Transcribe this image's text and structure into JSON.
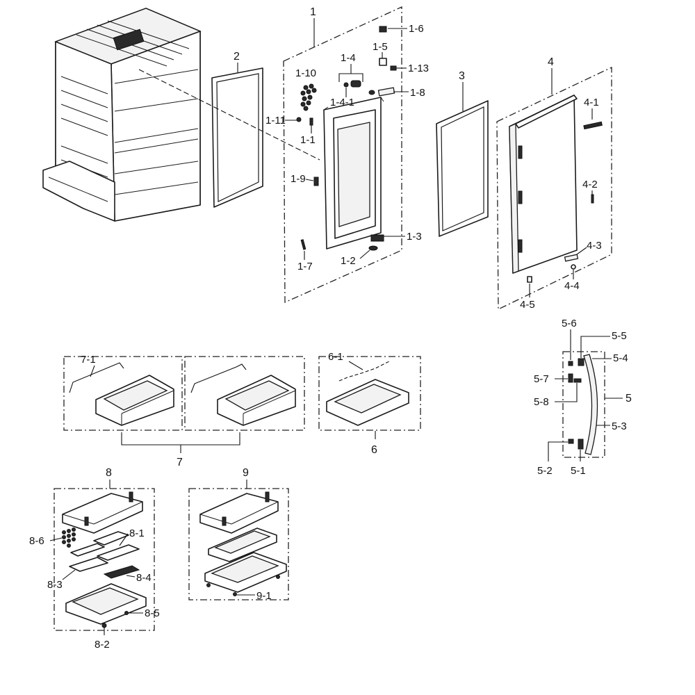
{
  "labels": {
    "l1": "1",
    "l1_1": "1-1",
    "l1_2": "1-2",
    "l1_3": "1-3",
    "l1_4": "1-4",
    "l1_4_1": "1-4-1",
    "l1_5": "1-5",
    "l1_6": "1-6",
    "l1_7": "1-7",
    "l1_8": "1-8",
    "l1_9": "1-9",
    "l1_10": "1-10",
    "l1_11": "1-11",
    "l1_13": "1-13",
    "l2": "2",
    "l3": "3",
    "l4": "4",
    "l4_1": "4-1",
    "l4_2": "4-2",
    "l4_3": "4-3",
    "l4_4": "4-4",
    "l4_5": "4-5",
    "l5": "5",
    "l5_1": "5-1",
    "l5_2": "5-2",
    "l5_3": "5-3",
    "l5_4": "5-4",
    "l5_5": "5-5",
    "l5_6": "5-6",
    "l5_7": "5-7",
    "l5_8": "5-8",
    "l6": "6",
    "l6_1": "6-1",
    "l7": "7",
    "l7_1": "7-1",
    "l8": "8",
    "l8_1": "8-1",
    "l8_2": "8-2",
    "l8_3": "8-3",
    "l8_4": "8-4",
    "l8_5": "8-5",
    "l8_6": "8-6",
    "l9": "9",
    "l9_1": "9-1"
  }
}
